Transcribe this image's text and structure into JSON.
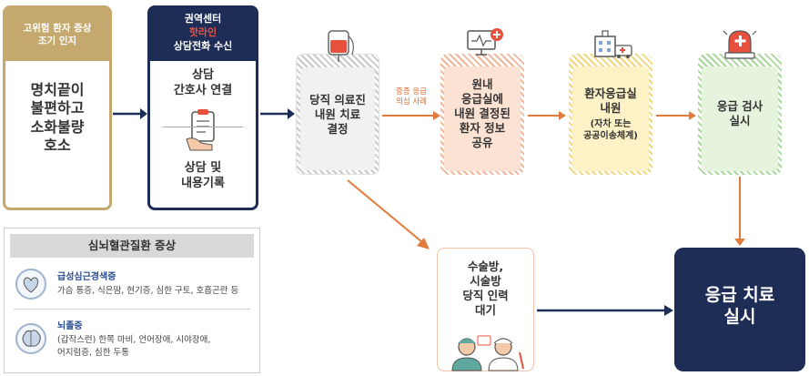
{
  "card1": {
    "header": "고위험 환자 증상\n조기 인지",
    "body": "명치끝이\n불편하고\n소화불량\n호소"
  },
  "card2": {
    "header_line1": "권역센터",
    "header_line2": "핫라인",
    "header_line3": "상담전화 수신",
    "body_top": "상담\n간호사 연결",
    "body_bottom": "상담 및\n내용기록"
  },
  "card3": {
    "text": "당직 의료진\n내원 치료\n결정"
  },
  "note": {
    "text": "중증 응급\n의심 사례"
  },
  "card4": {
    "text": "원내\n응급실에\n내원 결정된\n환자 정보\n공유"
  },
  "card5": {
    "text": "환자응급실\n내원",
    "sub": "(자차 또는\n공공이송체계)"
  },
  "card6": {
    "text": "응급 검사\n실시"
  },
  "card7": {
    "text": "수술방,\n시술방\n당직 인력\n대기"
  },
  "card8": {
    "text": "응급 치료\n실시"
  },
  "panel": {
    "title": "심뇌혈관질환 증상",
    "items": [
      {
        "title": "급성심근경색증",
        "text": "가슴 통증, 식은땀, 현기증, 심한 구토, 호흡곤란 등"
      },
      {
        "title": "뇌졸중",
        "text": "(갑작스런) 한쪽 마비, 언어장애, 시야장애,\n어지럼증, 심한 두통"
      }
    ]
  },
  "colors": {
    "navy": "#1e2d55",
    "gold": "#c4a86e",
    "orange": "#e07b3c",
    "red": "#e8503e"
  }
}
